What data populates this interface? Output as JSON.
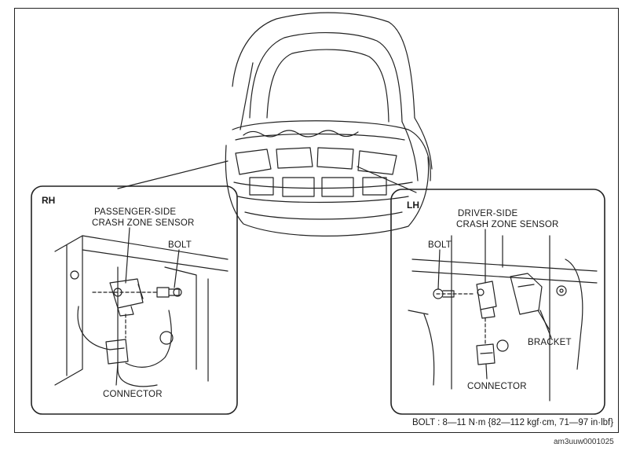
{
  "panels": {
    "rh": {
      "tag": "RH",
      "sensor_line1": "PASSENGER-SIDE",
      "sensor_line2": "CRASH ZONE SENSOR",
      "bolt": "BOLT",
      "connector": "CONNECTOR"
    },
    "lh": {
      "tag": "LH",
      "sensor_line1": "DRIVER-SIDE",
      "sensor_line2": "CRASH ZONE SENSOR",
      "bolt": "BOLT",
      "bracket": "BRACKET",
      "connector": "CONNECTOR"
    }
  },
  "torque_spec": "BOLT : 8—11 N·m {82—112 kgf·cm, 71—97 in·lbf}",
  "figure_code": "am3uuw0001025"
}
